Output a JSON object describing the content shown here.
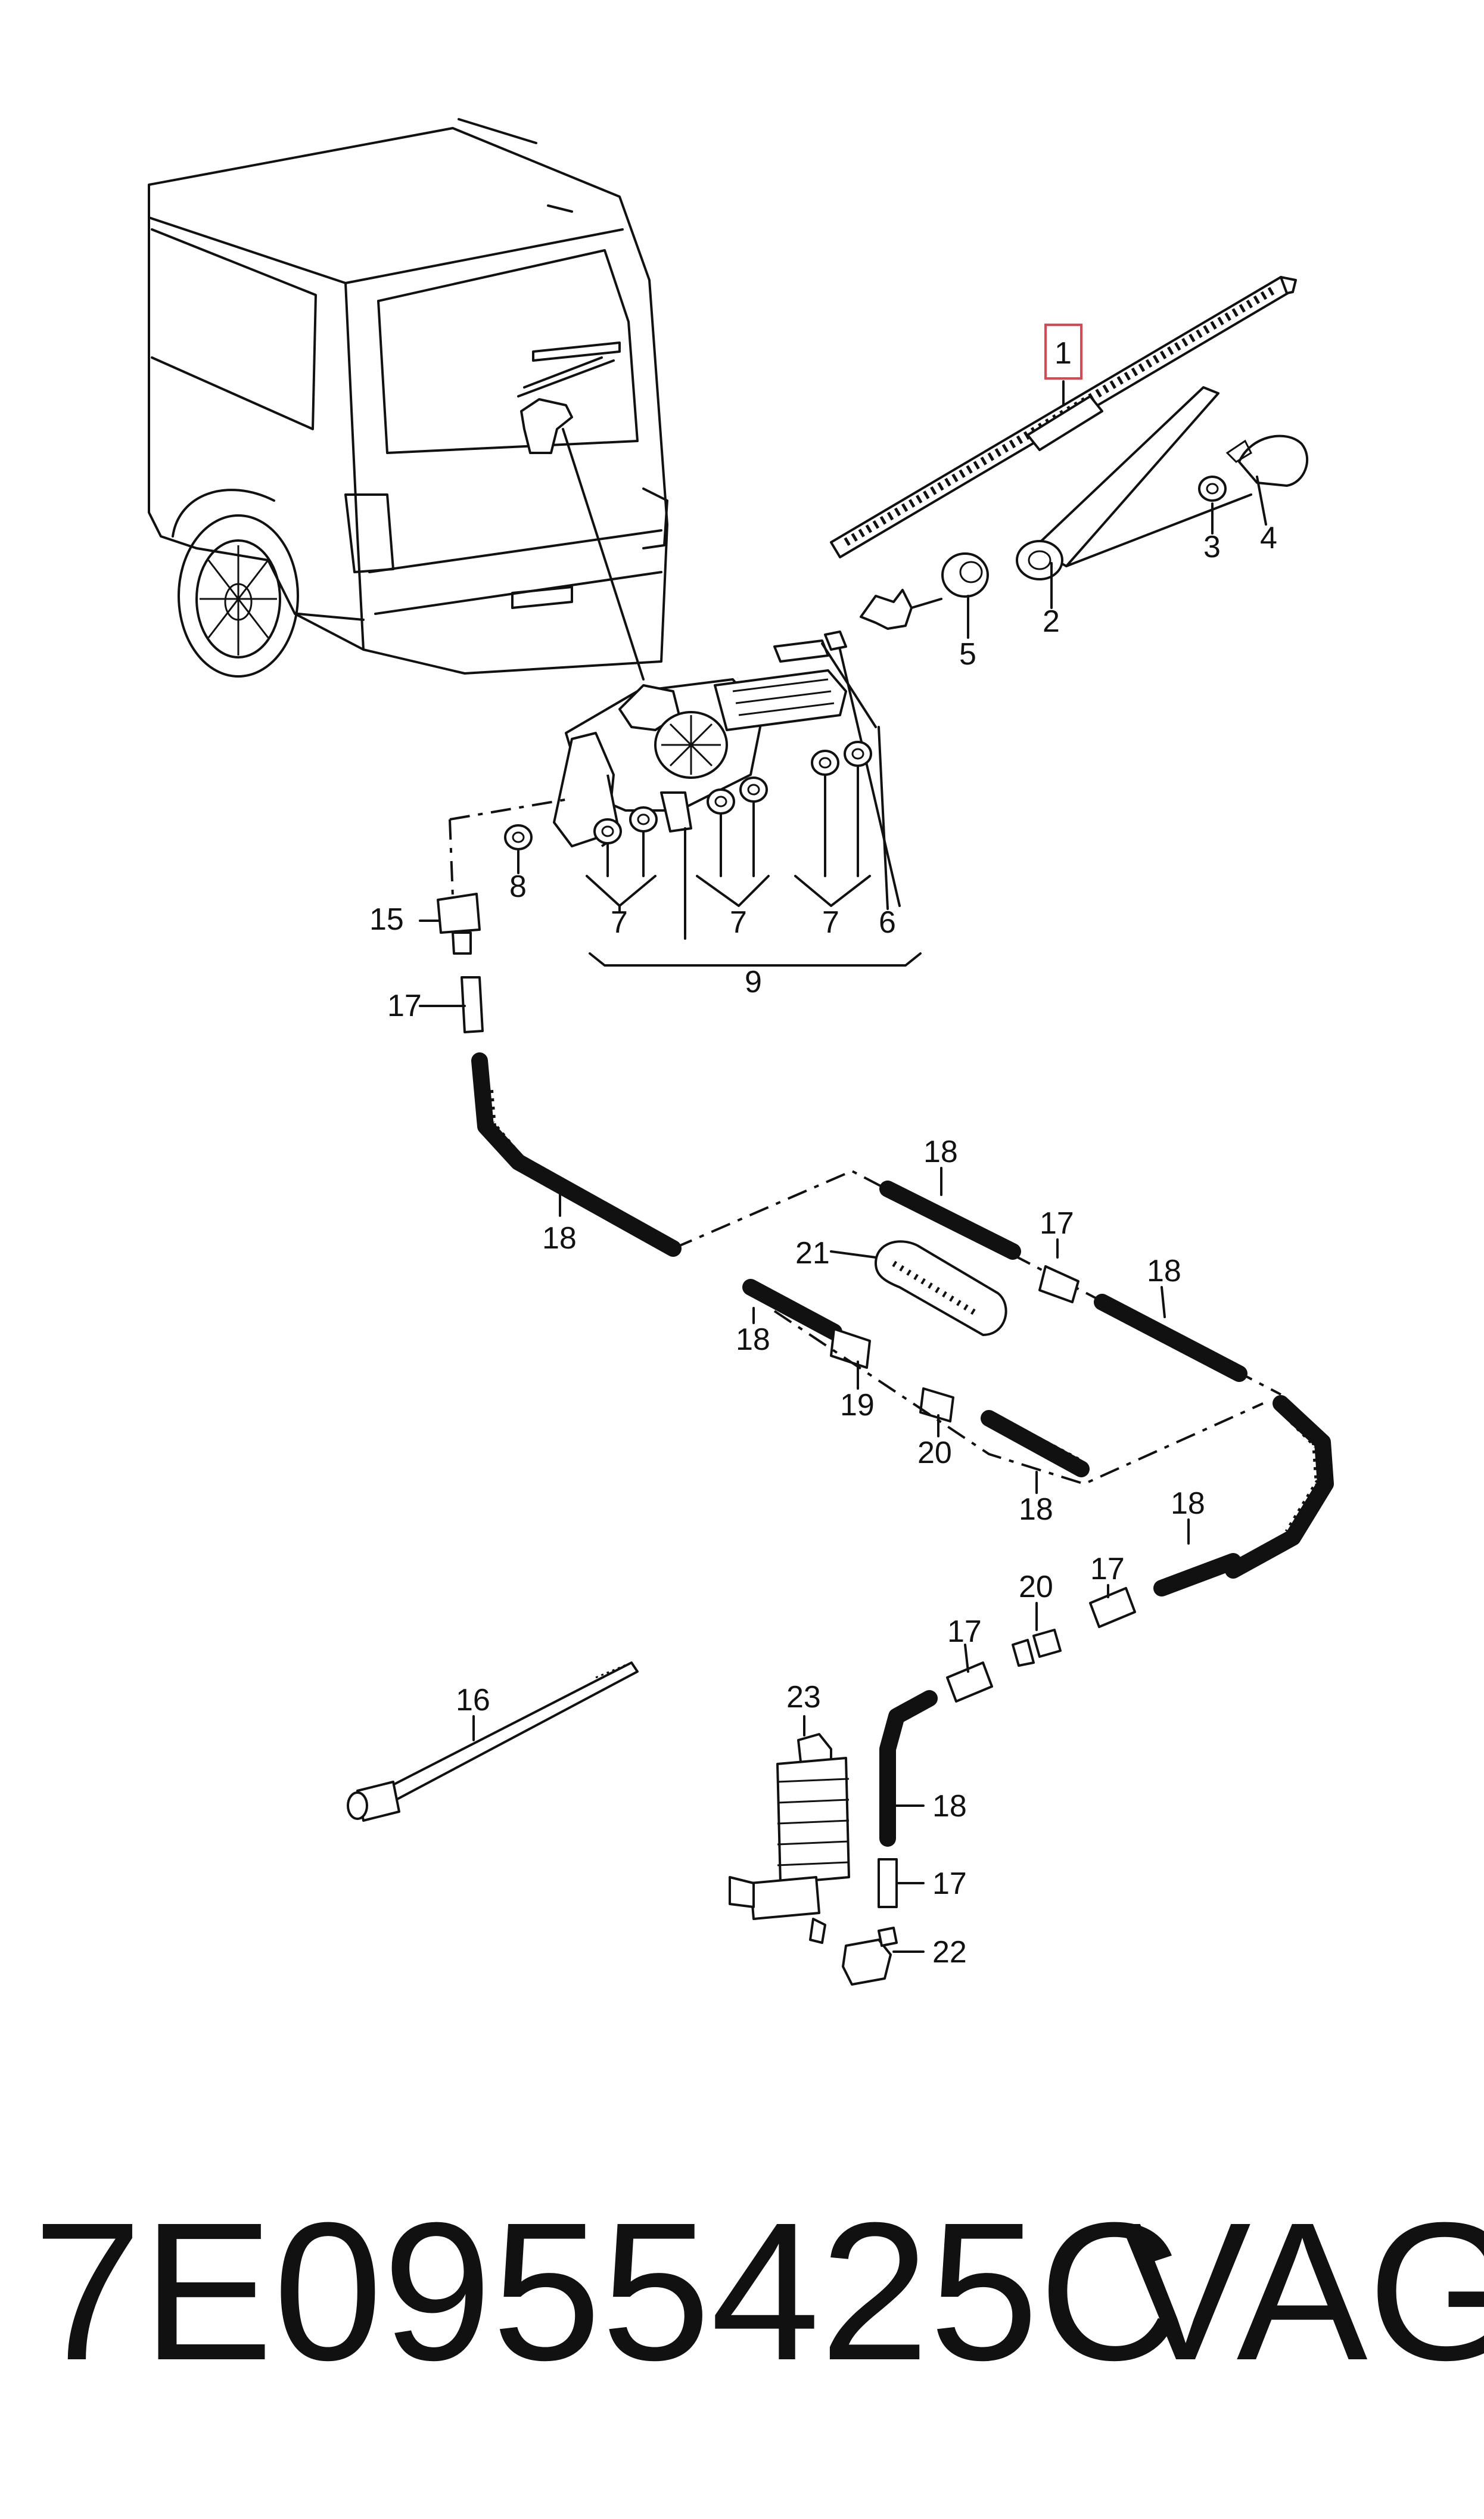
{
  "diagram": {
    "callouts": [
      {
        "id": "1",
        "label": "1",
        "highlighted": true
      },
      {
        "id": "2",
        "label": "2"
      },
      {
        "id": "3",
        "label": "3"
      },
      {
        "id": "4",
        "label": "4"
      },
      {
        "id": "5",
        "label": "5"
      },
      {
        "id": "6",
        "label": "6"
      },
      {
        "id": "7a",
        "label": "7"
      },
      {
        "id": "7b",
        "label": "7"
      },
      {
        "id": "7c",
        "label": "7"
      },
      {
        "id": "8",
        "label": "8"
      },
      {
        "id": "9",
        "label": "9"
      },
      {
        "id": "15",
        "label": "15"
      },
      {
        "id": "16",
        "label": "16"
      },
      {
        "id": "17a",
        "label": "17"
      },
      {
        "id": "17b",
        "label": "17"
      },
      {
        "id": "17c",
        "label": "17"
      },
      {
        "id": "17d",
        "label": "17"
      },
      {
        "id": "17e",
        "label": "17"
      },
      {
        "id": "18a",
        "label": "18"
      },
      {
        "id": "18b",
        "label": "18"
      },
      {
        "id": "18c",
        "label": "18"
      },
      {
        "id": "18d",
        "label": "18"
      },
      {
        "id": "18e",
        "label": "18"
      },
      {
        "id": "18f",
        "label": "18"
      },
      {
        "id": "18g",
        "label": "18"
      },
      {
        "id": "19",
        "label": "19"
      },
      {
        "id": "20a",
        "label": "20"
      },
      {
        "id": "20b",
        "label": "20"
      },
      {
        "id": "21",
        "label": "21"
      },
      {
        "id": "22",
        "label": "22"
      },
      {
        "id": "23",
        "label": "23"
      }
    ],
    "highlight_color": "#e0454f"
  },
  "footer": {
    "part_number": "7E0955425C",
    "brand": "VAG"
  }
}
